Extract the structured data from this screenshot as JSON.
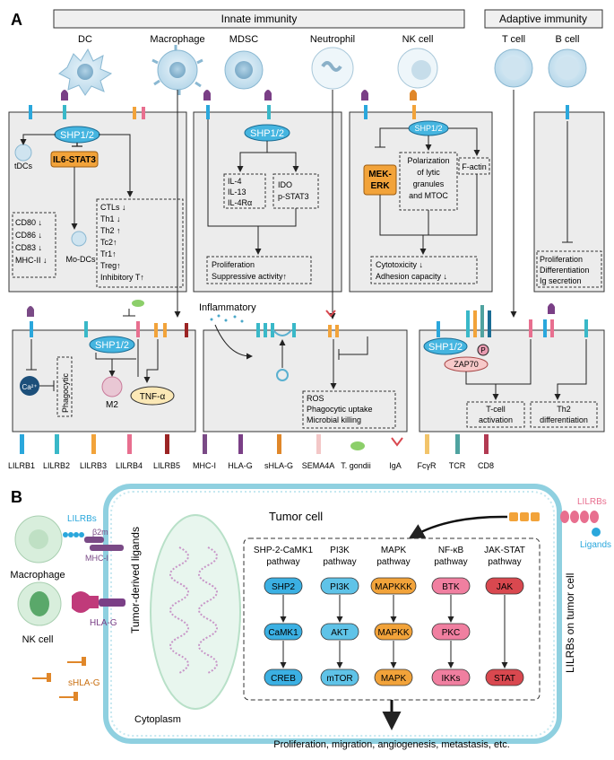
{
  "panel_a": {
    "label": "A",
    "innate_header": "Innate immunity",
    "adaptive_header": "Adaptive immunity",
    "cells": {
      "dc": "DC",
      "macrophage": "Macrophage",
      "mdsc": "MDSC",
      "neutrophil": "Neutrophil",
      "nk": "NK cell",
      "t": "T cell",
      "b": "B cell"
    },
    "dc_box": {
      "shp": "SHP1/2",
      "tdcs": "tDCs",
      "il6": "IL6-STAT3",
      "markers": [
        "CD80 ↓",
        "CD86 ↓",
        "CD83 ↓",
        "MHC-II ↓"
      ],
      "modcs": "Mo-DCs",
      "tcells": [
        "CTLs ↓",
        "Th1  ↓",
        "Th2  ↑",
        "Tc2↑",
        "Tr1↑",
        "Treg↑",
        "Inhibitory T↑"
      ]
    },
    "mdsc_box": {
      "shp": "SHP1/2",
      "ils": [
        "IL-4",
        "IL-13",
        "IL-4Rα"
      ],
      "ido": [
        "IDO",
        "p-STAT3"
      ],
      "outcome": [
        "Proliferation",
        "Suppressive activity↑"
      ]
    },
    "nk_box": {
      "shp": "SHP1/2",
      "mek": [
        "MEK-",
        "ERK"
      ],
      "polar": [
        "Polarization",
        "of lytic",
        "granules",
        "and MTOC"
      ],
      "factin": "F-actin",
      "outcome": [
        "Cytotoxicity ↓",
        "Adhesion capacity ↓"
      ]
    },
    "b_box": {
      "outcome": [
        "Proliferation",
        "Differentiation",
        "Ig secretion"
      ]
    },
    "mac_box": {
      "shp": "SHP1/2",
      "ca": "Ca²⁺",
      "phago": "Phagocytic",
      "m2": "M2",
      "tnf": "TNF-α"
    },
    "neut_box": {
      "inflammatory": "Inflammatory",
      "outcome": [
        "ROS",
        "Phagocytic uptake",
        "Microbial killing"
      ]
    },
    "t_box": {
      "shp": "SHP1/2",
      "p": "P",
      "zap": "ZAP70",
      "tact": [
        "T-cell",
        "activation"
      ],
      "th2": [
        "Th2",
        "differentiation"
      ]
    },
    "legend": [
      "LILRB1",
      "LILRB2",
      "LILRB3",
      "LILRB4",
      "LILRB5",
      "MHC-I",
      "HLA-G",
      "sHLA-G",
      "SEMA4A",
      "T. gondii",
      "IgA",
      "FcγR",
      "TCR",
      "CD8"
    ]
  },
  "panel_b": {
    "label": "B",
    "tumor_cell": "Tumor cell",
    "macrophage": "Macrophage",
    "lilrbs_left": "LILRBs",
    "b2m": "β2m",
    "mhc": "MHC-I",
    "nk": "NK cell",
    "hlag": "HLA-G",
    "shlag": "sHLA-G",
    "tumor_ligands": "Tumor-derived ligands",
    "cytoplasm": "Cytoplasm",
    "lilrbs_right": "LILRBs",
    "ligands": "Ligands",
    "lilrbs_on_tumor": "LILRBs on tumor cell",
    "bottom": "Proliferation, migration, angiogenesis, metastasis, etc.",
    "pathways": [
      {
        "title": [
          "SHP-2-CaMK1",
          "pathway"
        ],
        "nodes": [
          "SHP2",
          "CaMK1",
          "CREB"
        ],
        "color": "#3bb0e3"
      },
      {
        "title": [
          "PI3K",
          "pathway"
        ],
        "nodes": [
          "PI3K",
          "AKT",
          "mTOR"
        ],
        "color": "#5fc3e8"
      },
      {
        "title": [
          "MAPK",
          "pathway"
        ],
        "nodes": [
          "MAPKKK",
          "MAPKK",
          "MAPK"
        ],
        "color": "#f2a33a"
      },
      {
        "title": [
          "NF-κB",
          "pathway"
        ],
        "nodes": [
          "BTK",
          "PKC",
          "IKKs"
        ],
        "color": "#f07fa0"
      },
      {
        "title": [
          "JAK-STAT",
          "pathway"
        ],
        "nodes": [
          "JAK",
          "STAT"
        ],
        "color": "#d9484f"
      }
    ]
  },
  "colors": {
    "lilrb1": "#2aa7dc",
    "lilrb2": "#39b8c8",
    "lilrb3": "#f2a33a",
    "lilrb4": "#e86f8f",
    "lilrb5": "#9b2424",
    "mhc": "#7a4a86",
    "hlag": "#7a3f86",
    "shlag": "#e0872a",
    "shp": "#45b5e0",
    "il6": "#f2a33a",
    "gray": "#ececec"
  }
}
